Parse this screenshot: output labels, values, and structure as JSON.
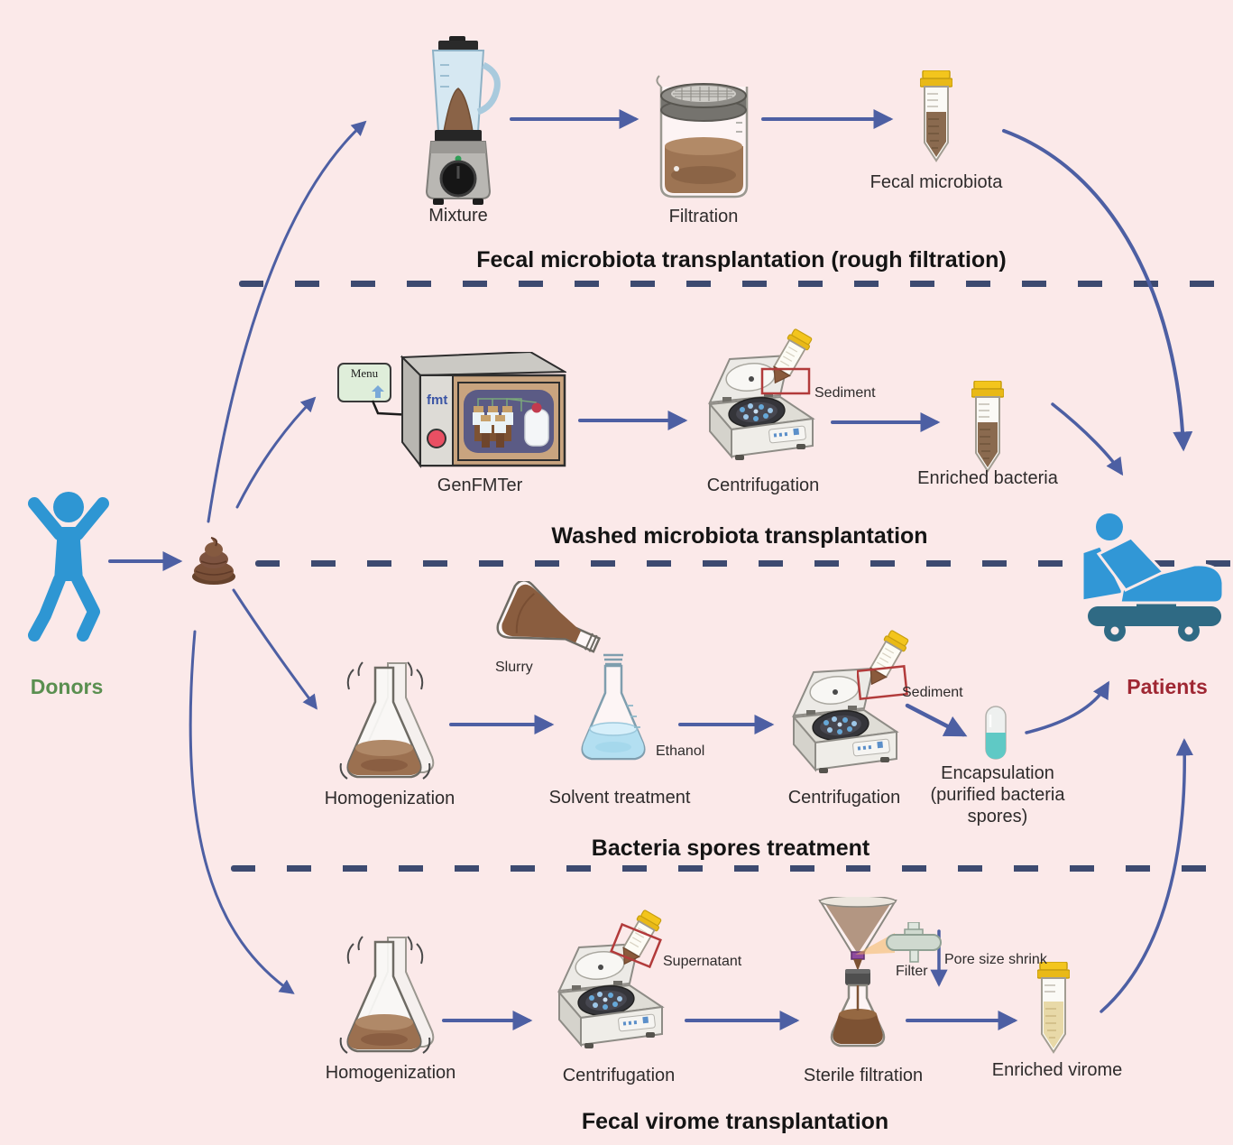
{
  "colors": {
    "bg": "#fbe9e9",
    "arrow": "#4d5fa3",
    "dash": "#3d4a70",
    "donors_green": "#5a8f50",
    "patients_red": "#9f2733",
    "title_black": "#141414",
    "label_black": "#2e2b2b"
  },
  "donor": {
    "label": "Donors"
  },
  "patient": {
    "label": "Patients"
  },
  "icons": {
    "donor": "person-arms-raised",
    "stool": "stool-sample",
    "mixture": "blender",
    "filtration": "beaker-with-sieve",
    "sample_tube": "falcon-tube",
    "genfmter": "fmt-washing-machine",
    "centrifuge": "benchtop-centrifuge",
    "homogenization": "shaking-flask",
    "slurry": "pouring-flask",
    "solvent": "erlenmeyer-flask",
    "encapsulation": "capsule",
    "sterile_filtration": "funnel-into-flask",
    "filter": "syringe-filter",
    "patient": "patient-in-hospital-bed"
  },
  "sections": [
    {
      "title": "Fecal microbiota transplantation (rough filtration)",
      "steps": [
        {
          "label": "Mixture"
        },
        {
          "label": "Filtration"
        },
        {
          "label": "Fecal microbiota"
        }
      ]
    },
    {
      "title": "Washed microbiota transplantation",
      "machine_screen": "Menu",
      "machine_logo": "fmt",
      "sediment": "Sediment",
      "steps": [
        {
          "label": "GenFMTer"
        },
        {
          "label": "Centrifugation"
        },
        {
          "label": "Enriched bacteria"
        }
      ]
    },
    {
      "title": "Bacteria spores treatment",
      "slurry": "Slurry",
      "ethanol": "Ethanol",
      "sediment": "Sediment",
      "steps": [
        {
          "label": "Homogenization"
        },
        {
          "label": "Solvent treatment"
        },
        {
          "label": "Centrifugation"
        },
        {
          "label": "Encapsulation (purified bacteria spores)"
        }
      ]
    },
    {
      "title": "Fecal virome transplantation",
      "supernatant": "Supernatant",
      "filter": "Filter",
      "pore": "Pore size shrink",
      "steps": [
        {
          "label": "Homogenization"
        },
        {
          "label": "Centrifugation"
        },
        {
          "label": "Sterile filtration"
        },
        {
          "label": "Enriched virome"
        }
      ]
    }
  ]
}
